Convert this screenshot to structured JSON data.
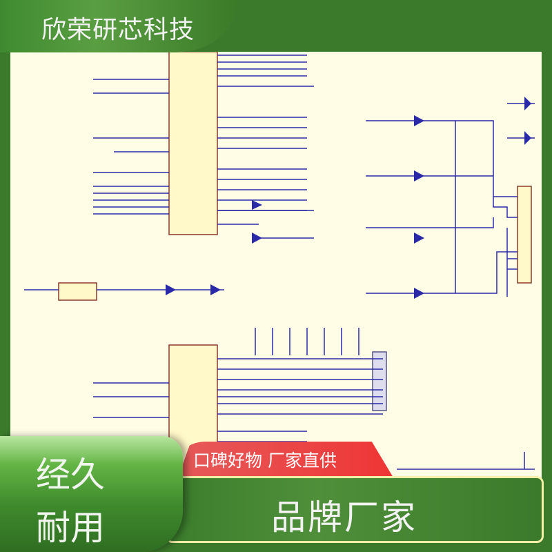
{
  "brand": {
    "name": "欣荣研芯科技"
  },
  "badges": {
    "left_line1": "经久",
    "left_line2": "耐用",
    "red_tab": "口碑好物  厂家直供",
    "main": "品牌厂家"
  },
  "colors": {
    "green": "#3b7a2b",
    "red": "#ef3535",
    "cream": "#fffde6",
    "wire": "#2a2aa8"
  }
}
